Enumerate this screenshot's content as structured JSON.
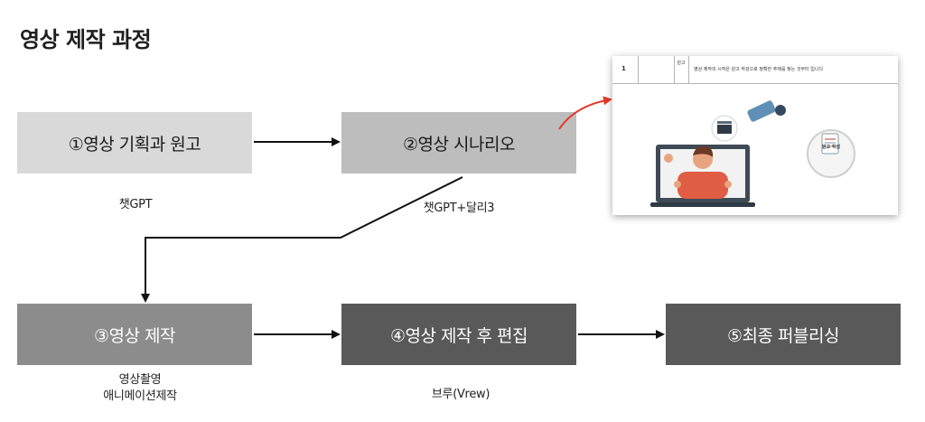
{
  "page": {
    "title": "영상 제작 과정"
  },
  "steps": [
    {
      "label": "①영상 기획과 원고"
    },
    {
      "label": "②영상 시나리오"
    },
    {
      "label": "③영상 제작"
    },
    {
      "label": "④영상 제작 후 편집"
    },
    {
      "label": "⑤최종 퍼블리싱"
    }
  ],
  "tools": {
    "step1": "챗GPT",
    "step2": "챗GPT+달리3",
    "step3_line1": "영상촬영",
    "step3_line2": "애니메이션제작",
    "step4": "브루(Vrew)"
  },
  "slide": {
    "number": "1",
    "tag": "원고",
    "description": "영상 제작의 시작은 원고 작성으로 정확한 주제를 찾는 것부터 입니다",
    "badge": "원고 작성"
  },
  "colors": {
    "step1": "#d9d9d9",
    "step2": "#bdbdbd",
    "step3": "#8c8c8c",
    "step4": "#595959",
    "step5": "#595959",
    "highlight_arrow": "#e5392a"
  }
}
